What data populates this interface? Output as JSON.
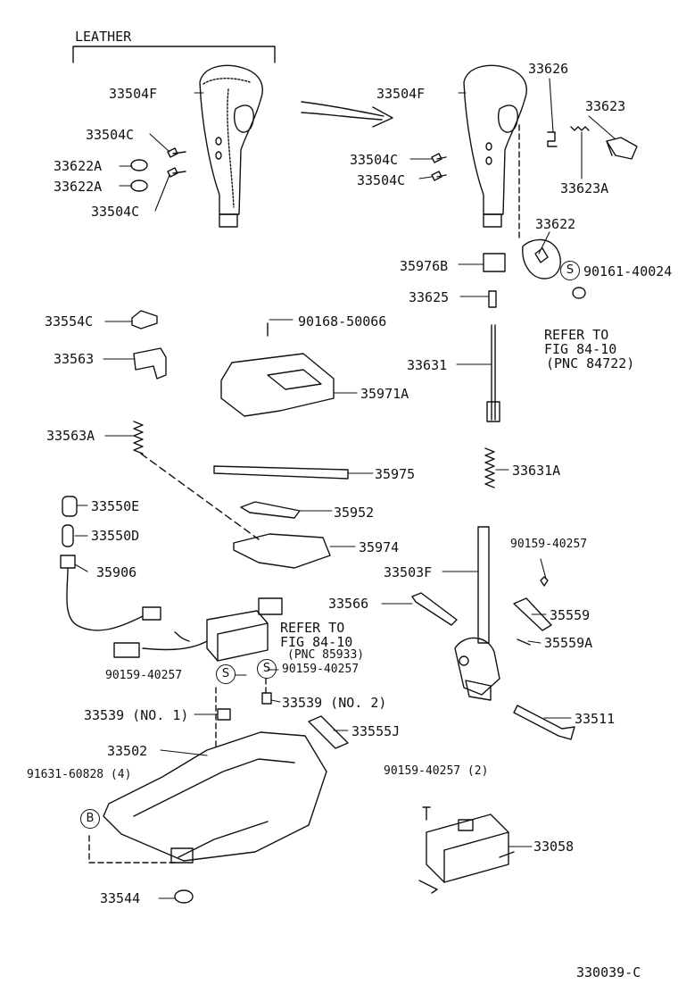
{
  "title_leather": "LEATHER",
  "figure_id": "330039-C",
  "labels": {
    "p33504F_a": "33504F",
    "p33504C_a1": "33504C",
    "p33622A_1": "33622A",
    "p33622A_2": "33622A",
    "p33504C_a2": "33504C",
    "p33504F_b": "33504F",
    "p33504C_b1": "33504C",
    "p33504C_b2": "33504C",
    "p33626": "33626",
    "p33623": "33623",
    "p33623A": "33623A",
    "p33622": "33622",
    "p35976B": "35976B",
    "p90161": "90161-40024",
    "p33625": "33625",
    "refer1_a": "REFER TO",
    "refer1_b": "FIG 84-10",
    "refer1_c": "(PNC 84722)",
    "p33554C": "33554C",
    "p90168": "90168-50066",
    "p33563": "33563",
    "p33631": "33631",
    "p35971A": "35971A",
    "p33563A": "33563A",
    "p35975": "35975",
    "p33631A": "33631A",
    "p33550E": "33550E",
    "p35952": "35952",
    "p33550D": "33550D",
    "p35974": "35974",
    "p90159_r": "90159-40257",
    "p35906": "35906",
    "p33503F": "33503F",
    "p33566": "33566",
    "p35559": "35559",
    "refer2_a": "REFER TO",
    "refer2_b": "FIG 84-10",
    "refer2_c": "(PNC 85933)",
    "p35559A": "35559A",
    "p90159_l": "90159-40257",
    "p90159_s": "90159-40257",
    "p33539_1": "33539 (NO. 1)",
    "p33539_2": "33539 (NO. 2)",
    "p33511": "33511",
    "p33555J": "33555J",
    "p33502": "33502",
    "p91631": "91631-60828 (4)",
    "p90159_2": "90159-40257 (2)",
    "p33058": "33058",
    "p33544": "33544"
  },
  "circle_marks": {
    "s1": "S",
    "s2": "S",
    "s3": "S",
    "b1": "B"
  }
}
